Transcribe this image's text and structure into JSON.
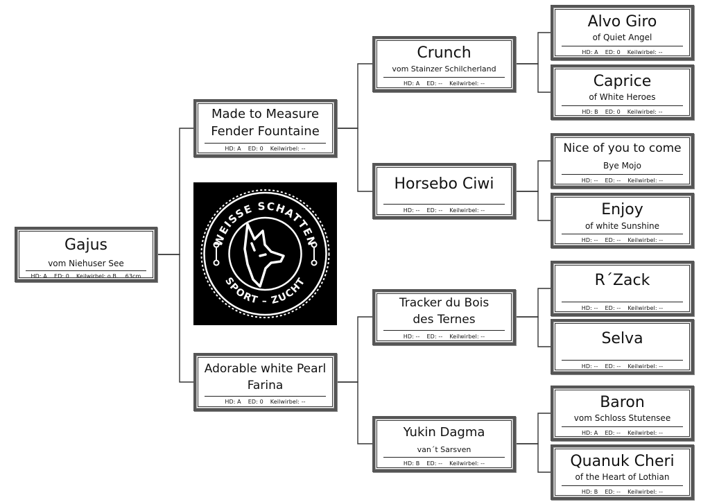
{
  "dogs": {
    "gajus": {
      "name": "Gajus",
      "line2": "",
      "sub": "vom Niehuser See",
      "hd": "HD: A",
      "ed": "ED: 0",
      "kw": "Keilwirbel: o.B.",
      "extra": "63cm"
    },
    "made": {
      "name": "Made to Measure",
      "line2": "Fender Fountaine",
      "sub": "",
      "hd": "HD: A",
      "ed": "ED: 0",
      "kw": "Keilwirbel: --",
      "extra": ""
    },
    "adorable": {
      "name": "Adorable white Pearl",
      "line2": "Farina",
      "sub": "",
      "hd": "HD: A",
      "ed": "ED: 0",
      "kw": "Keilwirbel: --",
      "extra": ""
    },
    "crunch": {
      "name": "Crunch",
      "line2": "",
      "sub": "vom Stainzer Schilcherland",
      "hd": "HD: A",
      "ed": "ED: --",
      "kw": "Keilwirbel: --",
      "extra": ""
    },
    "horsebo": {
      "name": "Horsebo Ciwi",
      "line2": "",
      "sub": "",
      "hd": "HD: --",
      "ed": "ED: --",
      "kw": "Keilwirbel: --",
      "extra": ""
    },
    "tracker": {
      "name": "Tracker du Bois",
      "line2": "des Ternes",
      "sub": "",
      "hd": "HD: --",
      "ed": "ED: --",
      "kw": "Keilwirbel: --",
      "extra": ""
    },
    "yukin": {
      "name": "Yukin Dagma",
      "line2": "",
      "sub": "van´t Sarsven",
      "hd": "HD: B",
      "ed": "ED: --",
      "kw": "Keilwirbel: --",
      "extra": ""
    },
    "alvo": {
      "name": "Alvo Giro",
      "line2": "",
      "sub": "of Quiet Angel",
      "hd": "HD: A",
      "ed": "ED: 0",
      "kw": "Keilwirbel: --",
      "extra": ""
    },
    "caprice": {
      "name": "Caprice",
      "line2": "",
      "sub": "of White Heroes",
      "hd": "HD: B",
      "ed": "ED: 0",
      "kw": "Keilwirbel: --",
      "extra": ""
    },
    "nice": {
      "name": "Nice of you to come",
      "line2": "",
      "sub": "Bye Mojo",
      "hd": "HD: --",
      "ed": "ED: --",
      "kw": "Keilwirbel: --",
      "extra": ""
    },
    "enjoy": {
      "name": "Enjoy",
      "line2": "",
      "sub": "of white Sunshine",
      "hd": "HD: --",
      "ed": "ED: --",
      "kw": "Keilwirbel: --",
      "extra": ""
    },
    "rzack": {
      "name": "R´Zack",
      "line2": "",
      "sub": "",
      "hd": "HD: --",
      "ed": "ED: --",
      "kw": "Keilwirbel: --",
      "extra": ""
    },
    "selva": {
      "name": "Selva",
      "line2": "",
      "sub": "",
      "hd": "HD: --",
      "ed": "ED: --",
      "kw": "Keilwirbel: --",
      "extra": ""
    },
    "baron": {
      "name": "Baron",
      "line2": "",
      "sub": "vom Schloss Stutensee",
      "hd": "HD: A",
      "ed": "ED: --",
      "kw": "Keilwirbel: --",
      "extra": ""
    },
    "quanuk": {
      "name": "Quanuk Cheri",
      "line2": "",
      "sub": "of the Heart of Lothian",
      "hd": "HD: B",
      "ed": "ED: --",
      "kw": "Keilwirbel: --",
      "extra": ""
    }
  },
  "logo": {
    "top_text": "WEISSE SCHATTEN",
    "bottom_text": "SPORT – ZUCHT",
    "icon": "wolf-head-icon"
  },
  "colors": {
    "border": "#555555",
    "line": "#333333",
    "logo_bg": "#000000",
    "logo_fg": "#ffffff"
  }
}
